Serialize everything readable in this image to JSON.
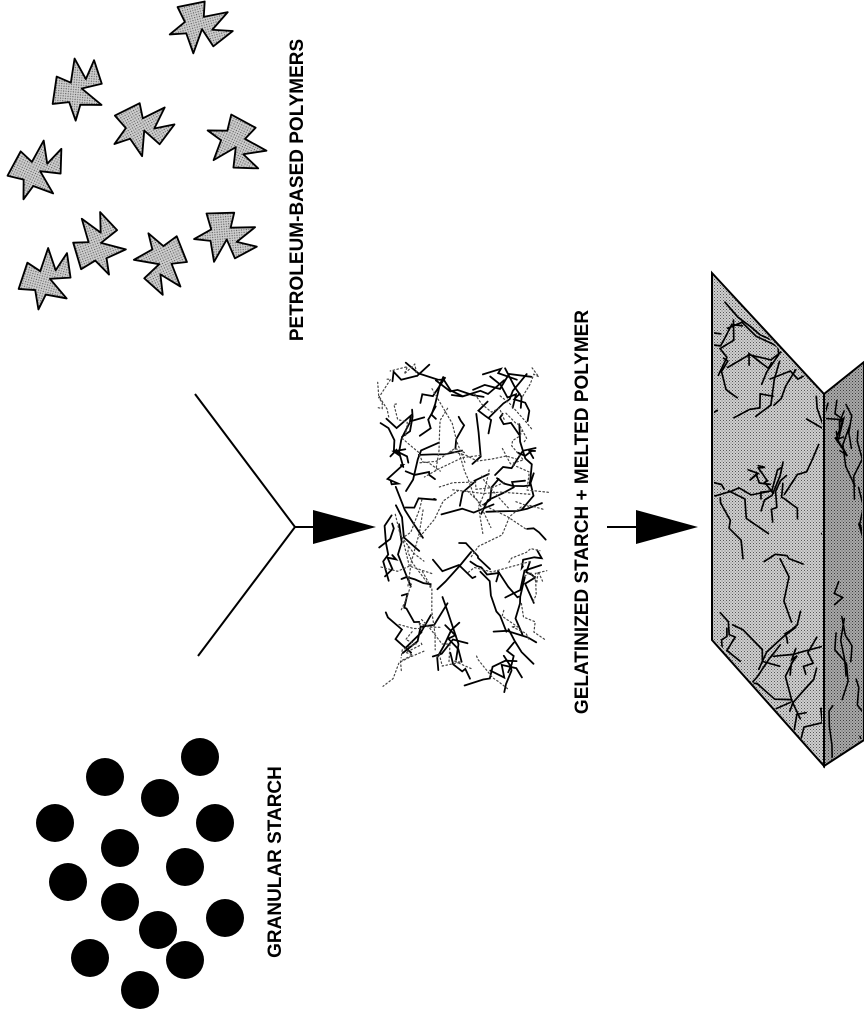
{
  "labels": {
    "petroleum": "PETROLEUM-BASED POLYMERS",
    "starch": "GRANULAR STARCH",
    "mixture": "GELATINIZED STARCH + MELTED POLYMER"
  }
}
